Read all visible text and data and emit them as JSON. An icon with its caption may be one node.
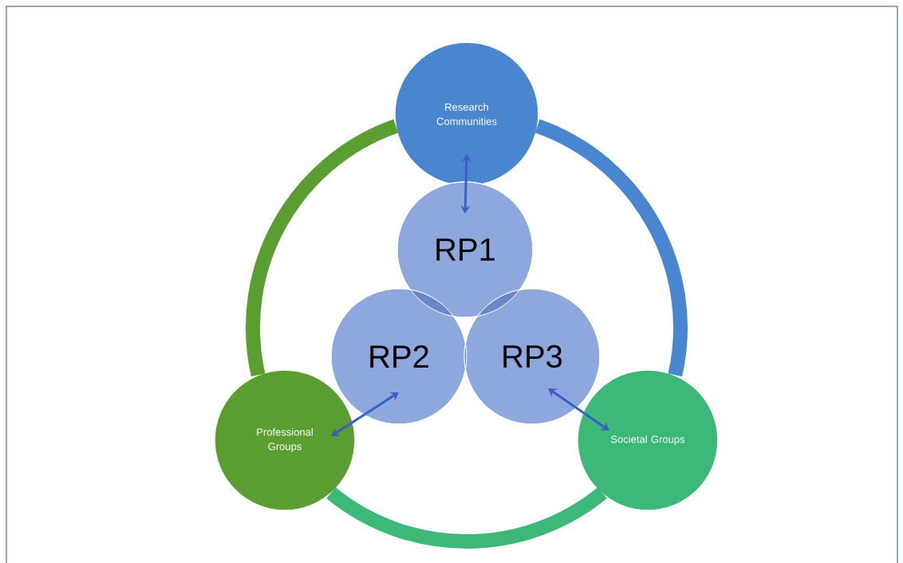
{
  "diagram": {
    "nodes": [
      {
        "text": [
          "Research Communities"
        ]
      },
      {
        "text": [
          "RP1"
        ]
      },
      {
        "text": [
          "RP2"
        ]
      },
      {
        "text": [
          "RP3"
        ]
      },
      {
        "text": [
          "Professional Groups"
        ]
      },
      {
        "text": [
          "Societal Groups"
        ]
      }
    ],
    "edges": [
      {
        "from": 0,
        "to": 4,
        "arrow": "none",
        "style": "thick",
        "color": "#5a9e32"
      },
      {
        "from": 0,
        "to": 5,
        "arrow": "none",
        "style": "thick",
        "color": "#4a86d0"
      },
      {
        "from": 4,
        "to": 5,
        "arrow": "none",
        "style": "thick",
        "color": "#3cb878"
      },
      {
        "from": 0,
        "to": 1,
        "arrow": "both"
      },
      {
        "from": 2,
        "to": 4,
        "arrow": "both"
      },
      {
        "from": 3,
        "to": 5,
        "arrow": "both"
      }
    ]
  }
}
